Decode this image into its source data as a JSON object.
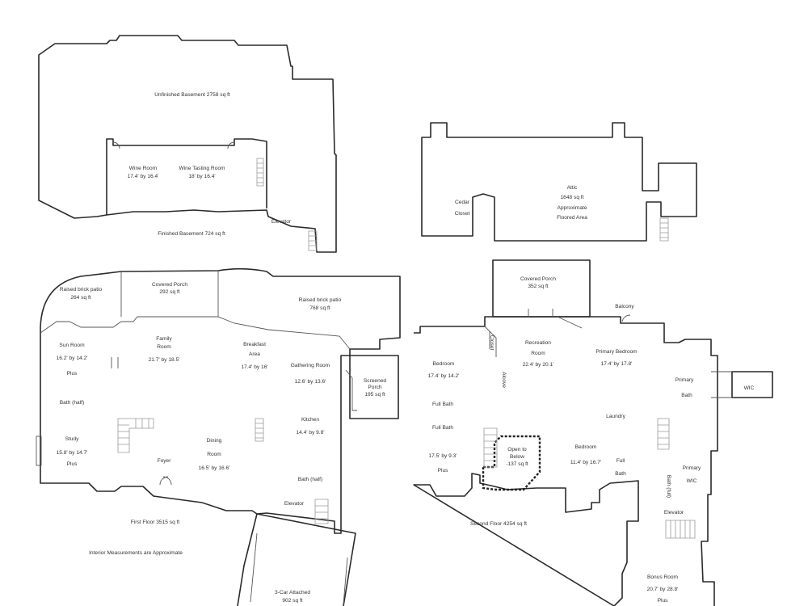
{
  "basement": {
    "unfinished": "Unfinished Basement 2758 sq ft",
    "wine_room": [
      "Wine Room",
      "17.4' by 16.4'"
    ],
    "wine_tasting": [
      "Wine Tasting Room",
      "18' by 16.4'"
    ],
    "elevator": "Elevator",
    "finished": "Finished Basement 724 sq ft"
  },
  "attic": {
    "cedar_closet": [
      "Cedar",
      "Closet"
    ],
    "attic": [
      "Attic",
      "1648 sq ft",
      "Approximate",
      "Floored Area"
    ]
  },
  "first_floor": {
    "raised_patio_left": [
      "Raised brick patio",
      "264 sq ft"
    ],
    "covered_porch": [
      "Covered Porch",
      "292 sq ft"
    ],
    "raised_patio_right": [
      "Raised brick patio",
      "768 sq ft"
    ],
    "sun_room": [
      "Sun Room",
      "16.2' by 14.2'",
      "Plus"
    ],
    "family_room": [
      "Family",
      "Room",
      "21.7' by 18.5'"
    ],
    "breakfast": [
      "Breakfast",
      "Area",
      "17.4' by 16'"
    ],
    "gathering_room": [
      "Gathering Room",
      "12.6' by 13.6'"
    ],
    "screened_porch": [
      "Screened",
      "Porch",
      "195 sq ft"
    ],
    "bath_half_left": "Bath (half)",
    "kitchen": [
      "Kitchen",
      "14.4' by 9.8'"
    ],
    "study": [
      "Study",
      "15.8' by 14.7'",
      "Plus"
    ],
    "foyer": "Foyer",
    "dining": [
      "Dining",
      "Room",
      "16.5' by 16.6'"
    ],
    "bath_half_right": "Bath (half)",
    "elevator": "Elevator",
    "total": "First Floor 3515 sq ft",
    "note": "Interior Measurements are Approximate",
    "garage": [
      "3-Car Attached",
      "902 sq ft"
    ]
  },
  "second_floor": {
    "covered_porch": [
      "Covered Porch",
      "352 sq ft"
    ],
    "balcony": "Balcony",
    "closet": "Closet",
    "alcove": "Alcove",
    "recreation_room": [
      "Recreation",
      "Room",
      "22.4' by 20.1'"
    ],
    "primary_bedroom": [
      "Primary Bedroom",
      "17.4' by 17.8'"
    ],
    "bedroom_1": [
      "Bedroom",
      "17.4' by 14.2'"
    ],
    "primary_bath": [
      "Primary",
      "Bath"
    ],
    "wic": "WIC",
    "full_bath_1": "Full Bath",
    "full_bath_2": "Full Bath",
    "laundry": "Laundry",
    "open_to_below": [
      "Open to",
      "Below",
      "-137 sq ft"
    ],
    "bedroom_2": [
      "Bedroom",
      "11.4' by 16.7'"
    ],
    "full_bath_3": [
      "Full",
      "Bath"
    ],
    "bedroom_3": [
      "17.5' by 9.3'",
      "Plus"
    ],
    "primary_wic": [
      "Primary",
      "WIC"
    ],
    "bath_full_vertical": "Bath (full)",
    "elevator": "Elevator",
    "total": "Second Floor 4254 sq ft",
    "bonus_room": [
      "Bonus Room",
      "20.7' by 28.8'",
      "Plus"
    ]
  }
}
